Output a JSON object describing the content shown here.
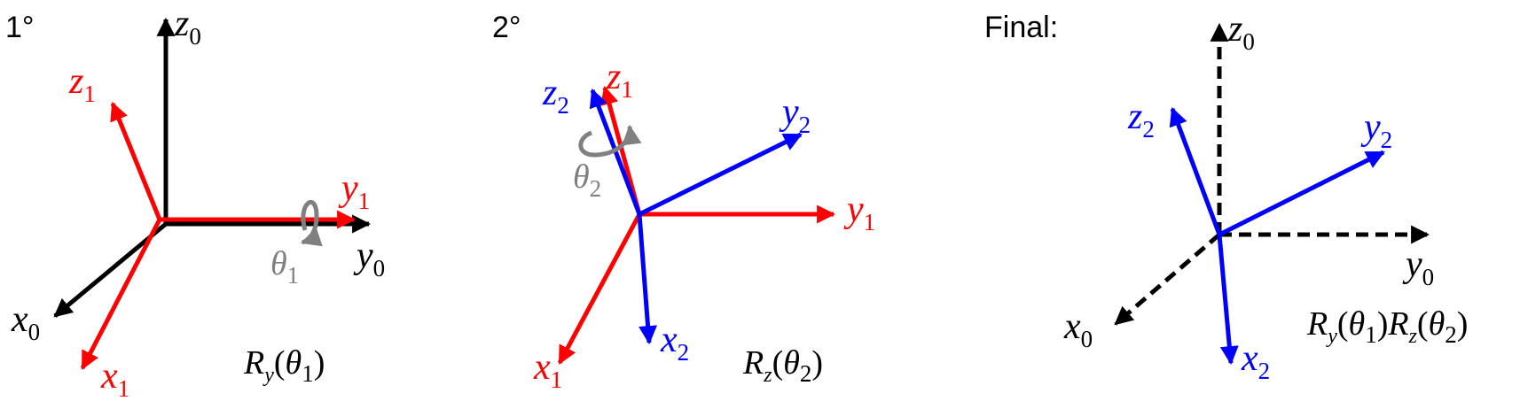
{
  "colors": {
    "base": "#000000",
    "first": "#ff0000",
    "second": "#0000ff",
    "rotation": "#808080"
  },
  "panel1": {
    "step": "1°",
    "axes": {
      "z0": {
        "letter": "z",
        "index": "0"
      },
      "y0": {
        "letter": "y",
        "index": "0"
      },
      "x0": {
        "letter": "x",
        "index": "0"
      },
      "z1": {
        "letter": "z",
        "index": "1"
      },
      "y1": {
        "letter": "y",
        "index": "1"
      },
      "x1": {
        "letter": "x",
        "index": "1"
      }
    },
    "rotation_angle": {
      "letter": "θ",
      "index": "1"
    },
    "matrix": {
      "name": "R",
      "axis": "y",
      "open": "(",
      "angle": "θ",
      "index": "1",
      "close": ")"
    }
  },
  "panel2": {
    "step": "2°",
    "axes": {
      "z1": {
        "letter": "z",
        "index": "1"
      },
      "y1": {
        "letter": "y",
        "index": "1"
      },
      "x1": {
        "letter": "x",
        "index": "1"
      },
      "z2": {
        "letter": "z",
        "index": "2"
      },
      "y2": {
        "letter": "y",
        "index": "2"
      },
      "x2": {
        "letter": "x",
        "index": "2"
      }
    },
    "rotation_angle": {
      "letter": "θ",
      "index": "2"
    },
    "matrix": {
      "name": "R",
      "axis": "z",
      "open": "(",
      "angle": "θ",
      "index": "2",
      "close": ")"
    }
  },
  "panel3": {
    "step": "Final:",
    "axes": {
      "z0": {
        "letter": "z",
        "index": "0"
      },
      "y0": {
        "letter": "y",
        "index": "0"
      },
      "x0": {
        "letter": "x",
        "index": "0"
      },
      "z2": {
        "letter": "z",
        "index": "2"
      },
      "y2": {
        "letter": "y",
        "index": "2"
      },
      "x2": {
        "letter": "x",
        "index": "2"
      }
    },
    "matrix": [
      {
        "name": "R",
        "axis": "y",
        "open": "(",
        "angle": "θ",
        "index": "1",
        "close": ")"
      },
      {
        "name": "R",
        "axis": "z",
        "open": "(",
        "angle": "θ",
        "index": "2",
        "close": ")"
      }
    ]
  }
}
